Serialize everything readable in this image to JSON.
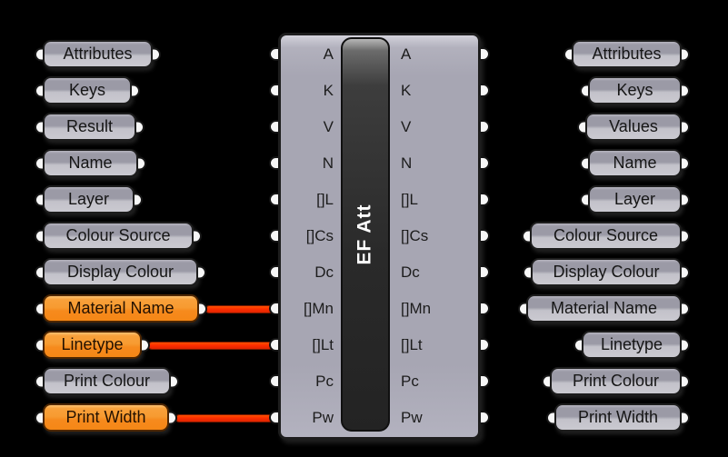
{
  "app": {
    "name": "Grasshopper node canvas"
  },
  "colors": {
    "background": "#000000",
    "capsule_gray": "#a9a8b4",
    "capsule_orange": "#f79121",
    "orange_border": "#4e2600",
    "wire": "#ff2e00",
    "component_body": "#a7a6b3",
    "name_bar": "#2a2a2a",
    "name_text": "#ffffff"
  },
  "left_column": {
    "items": [
      {
        "label": "Attributes",
        "highlighted": false
      },
      {
        "label": "Keys",
        "highlighted": false
      },
      {
        "label": "Result",
        "highlighted": false
      },
      {
        "label": "Name",
        "highlighted": false
      },
      {
        "label": "Layer",
        "highlighted": false
      },
      {
        "label": "Colour Source",
        "highlighted": false
      },
      {
        "label": "Display Colour",
        "highlighted": false
      },
      {
        "label": "Material Name",
        "highlighted": true
      },
      {
        "label": "Linetype",
        "highlighted": true
      },
      {
        "label": "Print Colour",
        "highlighted": false
      },
      {
        "label": "Print Width",
        "highlighted": true
      }
    ]
  },
  "center_component": {
    "name": "EF Att",
    "inputs": [
      "A",
      "K",
      "V",
      "N",
      "[]L",
      "[]Cs",
      "Dc",
      "[]Mn",
      "[]Lt",
      "Pc",
      "Pw"
    ],
    "outputs": [
      "A",
      "K",
      "V",
      "N",
      "[]L",
      "[]Cs",
      "Dc",
      "[]Mn",
      "[]Lt",
      "Pc",
      "Pw"
    ]
  },
  "right_column": {
    "items": [
      {
        "label": "Attributes"
      },
      {
        "label": "Keys"
      },
      {
        "label": "Values"
      },
      {
        "label": "Name"
      },
      {
        "label": "Layer"
      },
      {
        "label": "Colour Source"
      },
      {
        "label": "Display Colour"
      },
      {
        "label": "Material Name"
      },
      {
        "label": "Linetype"
      },
      {
        "label": "Print Colour"
      },
      {
        "label": "Print Width"
      }
    ]
  },
  "wires": [
    {
      "from": "Material Name",
      "to": "[]Mn",
      "color": "#ff2e00"
    },
    {
      "from": "Linetype",
      "to": "[]Lt",
      "color": "#ff2e00"
    },
    {
      "from": "Print Width",
      "to": "Pw",
      "color": "#ff2e00"
    }
  ]
}
